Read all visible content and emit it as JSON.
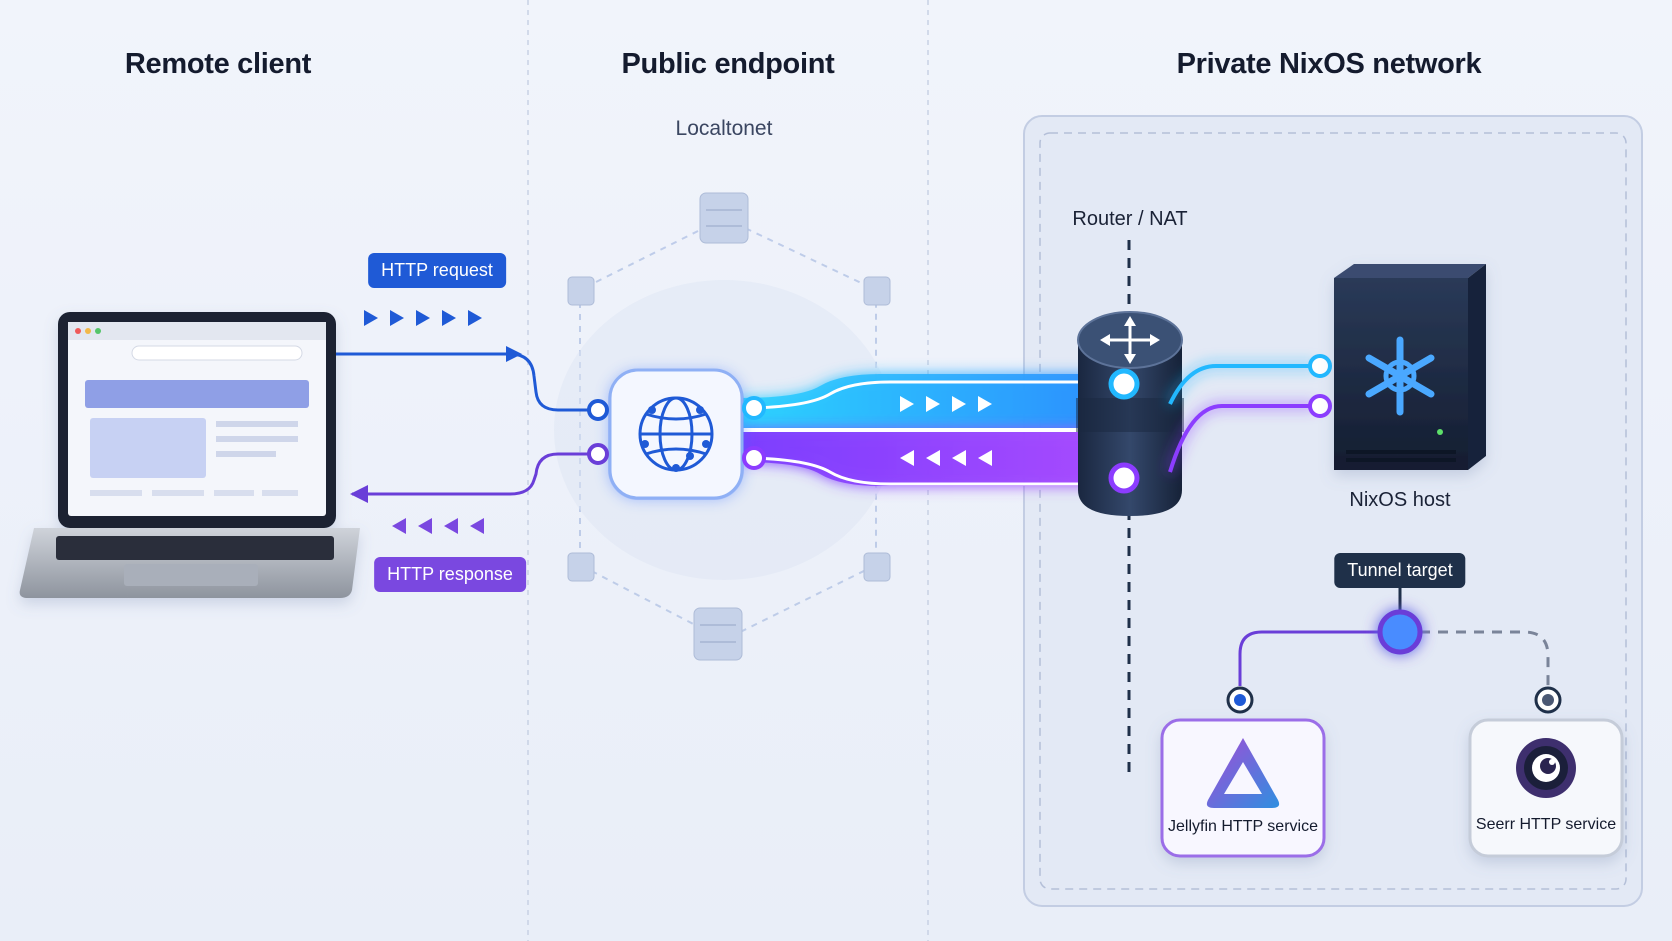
{
  "columns": {
    "remote_client": "Remote client",
    "public_endpoint": "Public endpoint",
    "private_network": "Private NixOS network"
  },
  "endpoint": {
    "provider": "Localtonet"
  },
  "flows": {
    "request_label": "HTTP request",
    "response_label": "HTTP response"
  },
  "router": {
    "label": "Router / NAT"
  },
  "host": {
    "label": "NixOS host",
    "tag": "Tunnel target"
  },
  "services": {
    "jellyfin": "Jellyfin HTTP service",
    "seerr": "Seerr HTTP service"
  },
  "colors": {
    "request": "#1f5ad6",
    "response": "#7a48e0",
    "tunnel_cyan": "#22b8ff",
    "host_dark": "#1f3049"
  },
  "icons": {
    "client": "laptop-icon",
    "endpoint": "globe-icon",
    "router": "router-arrows-icon",
    "host": "nixos-snowflake-icon",
    "jellyfin": "jellyfin-logo-icon",
    "seerr": "seerr-eye-icon"
  }
}
